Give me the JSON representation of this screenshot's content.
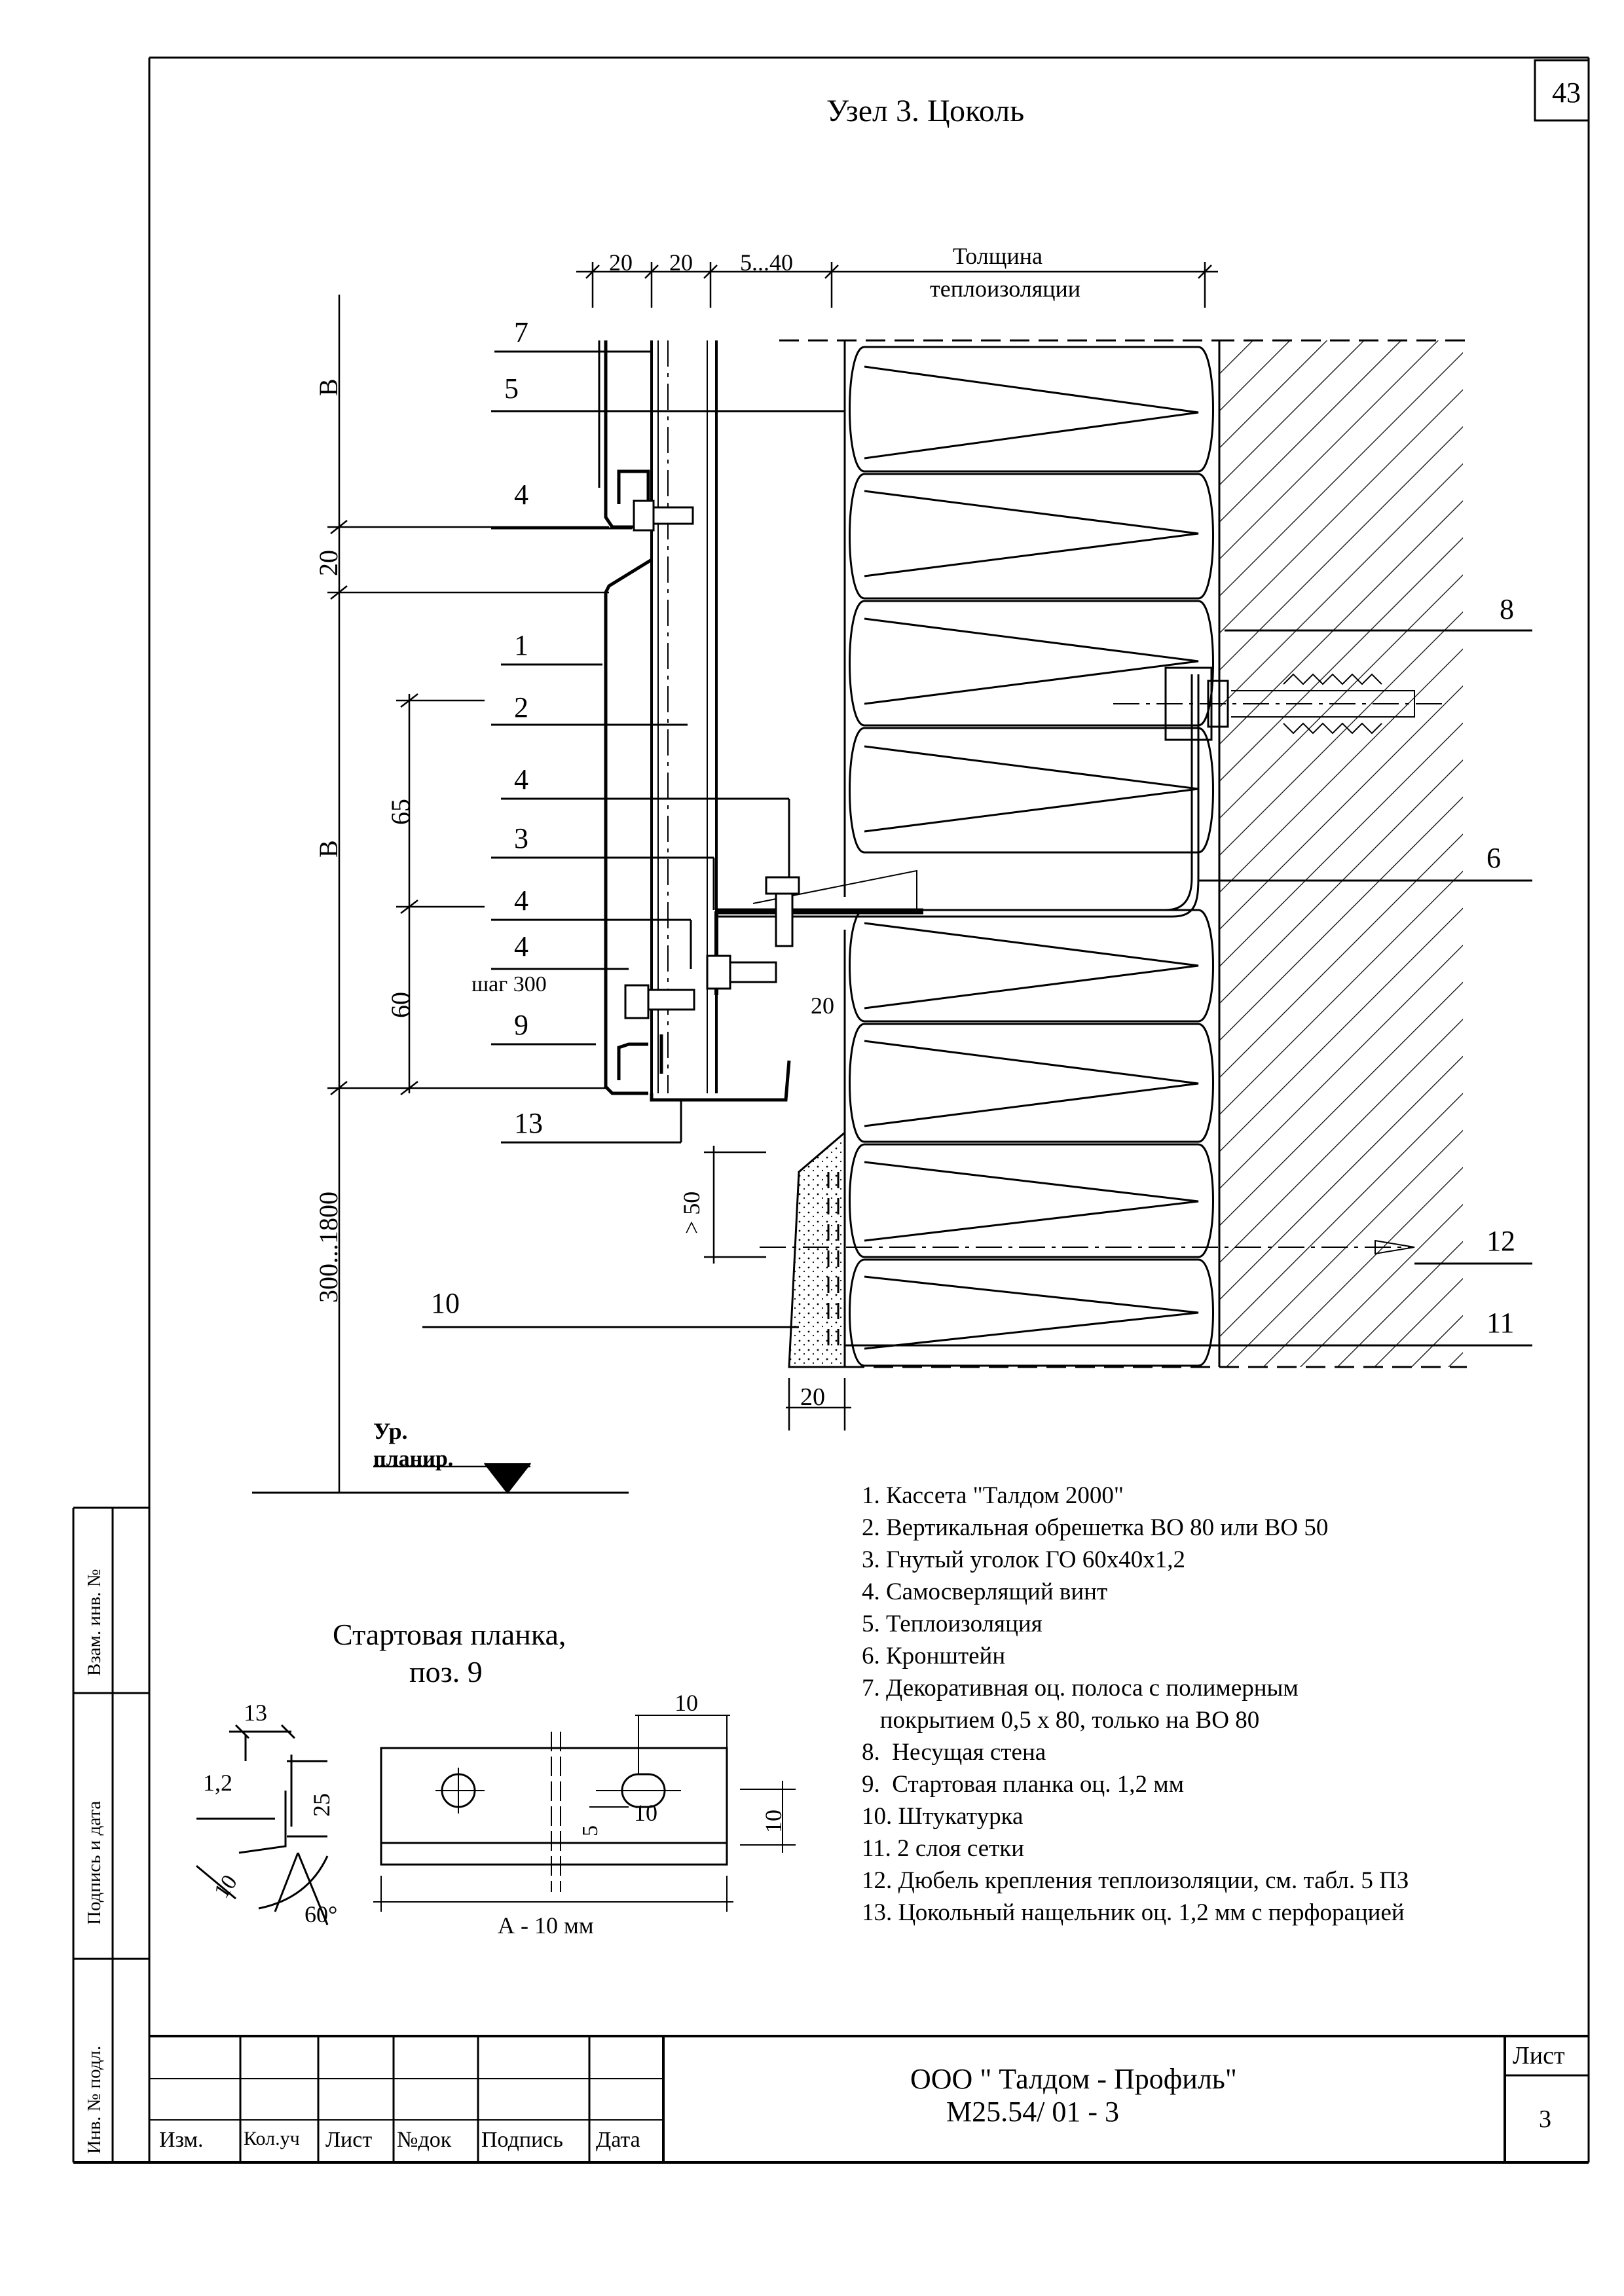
{
  "page_number": "43",
  "title": "Узел 3. Цоколь",
  "callouts": {
    "dim_top": [
      "20",
      "20",
      "5...40"
    ],
    "thickness_line1": "Толщина",
    "thickness_line2": "теплоизоляции",
    "dim_b1": "В",
    "dim_b2": "В",
    "dim_20": "20",
    "dim_65": "65",
    "dim_60": "60",
    "dim_range": "300...1800",
    "dim_gt50": "> 50",
    "dim_20_bottom": "20",
    "dim_20_bracket": "20",
    "step_label": "шаг 300",
    "level_line1": "Ур.",
    "level_line2": "планир.",
    "left_labels": [
      "7",
      "5",
      "4",
      "1",
      "2",
      "4",
      "3",
      "4",
      "4",
      "9",
      "13",
      "10"
    ],
    "right_labels": [
      "8",
      "6",
      "12",
      "11"
    ]
  },
  "legend": [
    "1. Кассета \"Талдом 2000\"",
    "2. Вертикальная обрешетка ВО 80 или ВО 50",
    "3. Гнутый уголок ГО 60х40х1,2",
    "4. Самосверлящий винт",
    "5. Теплоизоляция",
    "6. Кронштейн",
    "7. Декоративная оц. полоса с полимерным",
    "   покрытием 0,5 х 80, только на ВО 80",
    "8.  Несущая стена",
    "9.  Стартовая планка оц. 1,2 мм",
    "10. Штукатурка",
    "11. 2 слоя сетки",
    "12. Дюбель крепления теплоизоляции, см. табл. 5 ПЗ",
    "13. Цокольный нащельник оц. 1,2 мм с перфорацией"
  ],
  "start_plank": {
    "title_line1": "Стартовая планка,",
    "title_line2": "поз. 9",
    "dims": {
      "d13": "13",
      "d12": "1,2",
      "d25": "25",
      "d10": "10",
      "d60": "60°",
      "top10": "10",
      "slot10": "10",
      "slot5": "5",
      "right10": "10",
      "width": "А - 10 мм"
    }
  },
  "side_stamp": [
    "Взам. инв. №",
    "Подпись и дата",
    "Инв. № подл."
  ],
  "title_block": {
    "columns": [
      "Изм.",
      "Кол.уч",
      "Лист",
      "№док",
      "Подпись",
      "Дата"
    ],
    "company": "ООО \" Талдом - Профиль\"",
    "doc_code": "М25.54/ 01 - 3",
    "sheet_label": "Лист",
    "sheet_number": "3"
  }
}
